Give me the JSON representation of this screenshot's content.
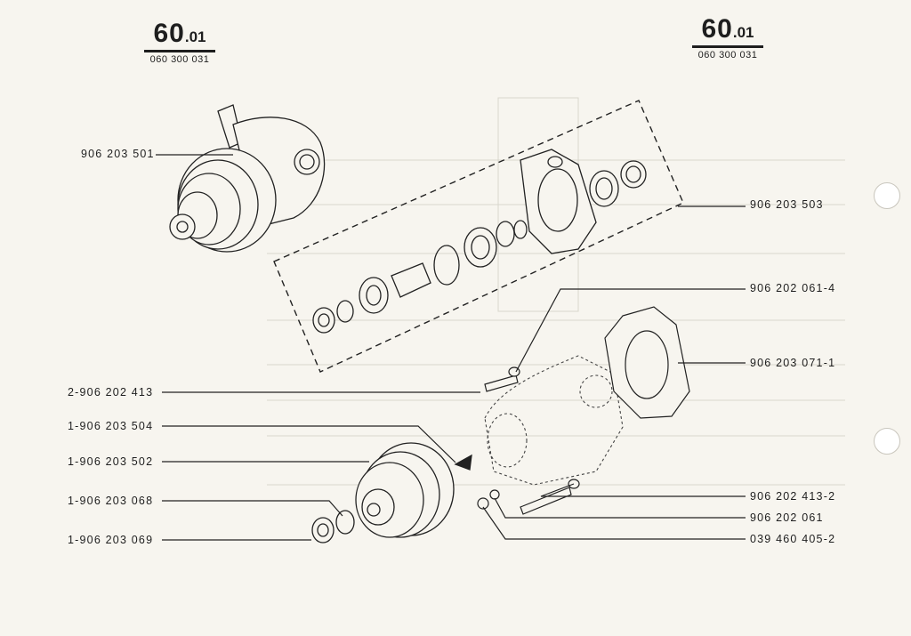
{
  "header_left": {
    "number": "60",
    "suffix": ".01",
    "reference": "060 300 031"
  },
  "header_right": {
    "number": "60",
    "suffix": ".01",
    "reference": "060 300 031"
  },
  "labels": {
    "l_906203501": "906 203 501",
    "l_2906202413": "2-906 202 413",
    "l_1906203504": "1-906 203 504",
    "l_1906203502": "1-906 203 502",
    "l_1906203068": "1-906 203 068",
    "l_1906203069": "1-906 203 069",
    "r_906203503": "906 203 503",
    "r_9062020614": "906 202 061-4",
    "r_9062030711": "906 203 071-1",
    "r_9062024132": "906 202 413-2",
    "r_906202061": "906 202 061",
    "r_0394604052": "039 460 405-2"
  }
}
